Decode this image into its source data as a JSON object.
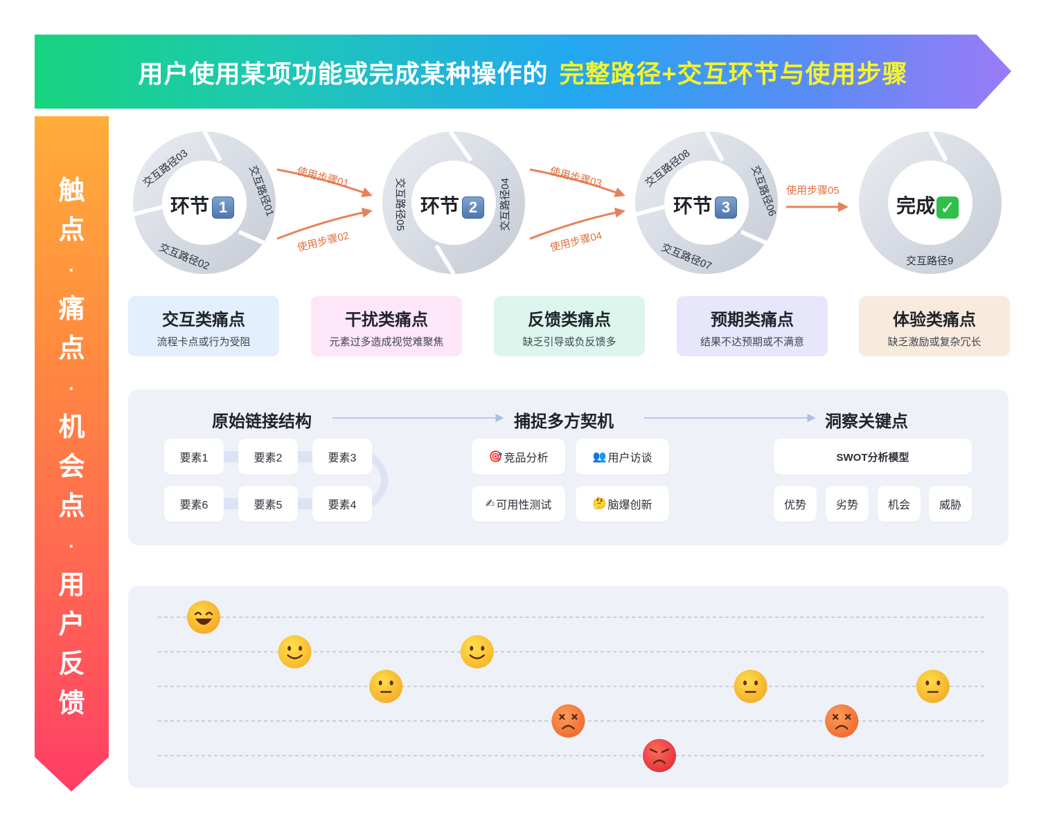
{
  "header": {
    "title_white": "用户使用某项功能或完成某种操作的",
    "title_yellow": "完整路径+交互环节与使用步骤",
    "colors": {
      "gradient_start": "#17d47f",
      "gradient_end": "#9b7bf7",
      "highlight": "#f5f52a"
    }
  },
  "side_banner": {
    "chars": [
      "触",
      "点",
      "·",
      "痛",
      "点",
      "·",
      "机",
      "会",
      "点",
      "·",
      "用",
      "户",
      "反",
      "馈"
    ]
  },
  "flow": {
    "nodes": [
      {
        "label": "环节",
        "badge": "1",
        "paths": [
          "交互路径03",
          "交互路径01",
          "交互路径02"
        ]
      },
      {
        "label": "环节",
        "badge": "2",
        "paths": [
          "交互路径05",
          "交互路径04"
        ]
      },
      {
        "label": "环节",
        "badge": "3",
        "paths": [
          "交互路径08",
          "交互路径06",
          "交互路径07"
        ]
      },
      {
        "label": "完成",
        "badge": "✓",
        "paths": [
          "交互路径9"
        ]
      }
    ],
    "steps": [
      "使用步骤01",
      "使用步骤02",
      "使用步骤03",
      "使用步骤04",
      "使用步骤05"
    ],
    "arrow_color": "#e8825a"
  },
  "pain_points": [
    {
      "title": "交互类痛点",
      "subtitle": "流程卡点或行为受阻",
      "color": "#e3effc"
    },
    {
      "title": "干扰类痛点",
      "subtitle": "元素过多造成视觉难聚焦",
      "color": "#fde6f8"
    },
    {
      "title": "反馈类痛点",
      "subtitle": "缺乏引导或负反馈多",
      "color": "#dcf6ee"
    },
    {
      "title": "预期类痛点",
      "subtitle": "结果不达预期或不满意",
      "color": "#e8e6fb"
    },
    {
      "title": "体验类痛点",
      "subtitle": "缺乏激励或复杂冗长",
      "color": "#f8ebde"
    }
  ],
  "analysis": {
    "structure": {
      "title": "原始链接结构",
      "elements": [
        "要素1",
        "要素2",
        "要素3",
        "要素4",
        "要素5",
        "要素6"
      ]
    },
    "opportunities": {
      "title": "捕捉多方契机",
      "items": [
        {
          "icon": "🎯",
          "icon_name": "target-icon",
          "label": "竞品分析"
        },
        {
          "icon": "👥",
          "icon_name": "users-icon",
          "label": "用户访谈"
        },
        {
          "icon": "✍",
          "icon_name": "writing-hand-icon",
          "label": "可用性测试"
        },
        {
          "icon": "🤔",
          "icon_name": "thinking-face-icon",
          "label": "脑爆创新"
        }
      ]
    },
    "insights": {
      "title": "洞察关键点",
      "model": "SWOT分析模型",
      "swot": [
        "优势",
        "劣势",
        "机会",
        "威胁"
      ]
    }
  },
  "emotion_curve": {
    "levels": 5,
    "points": [
      {
        "mood": "very-happy",
        "level": 5
      },
      {
        "mood": "happy",
        "level": 4
      },
      {
        "mood": "neutral",
        "level": 3
      },
      {
        "mood": "happy",
        "level": 4
      },
      {
        "mood": "frustrated",
        "level": 2
      },
      {
        "mood": "angry",
        "level": 1
      },
      {
        "mood": "neutral",
        "level": 3
      },
      {
        "mood": "frustrated",
        "level": 2
      },
      {
        "mood": "neutral",
        "level": 3
      }
    ]
  }
}
